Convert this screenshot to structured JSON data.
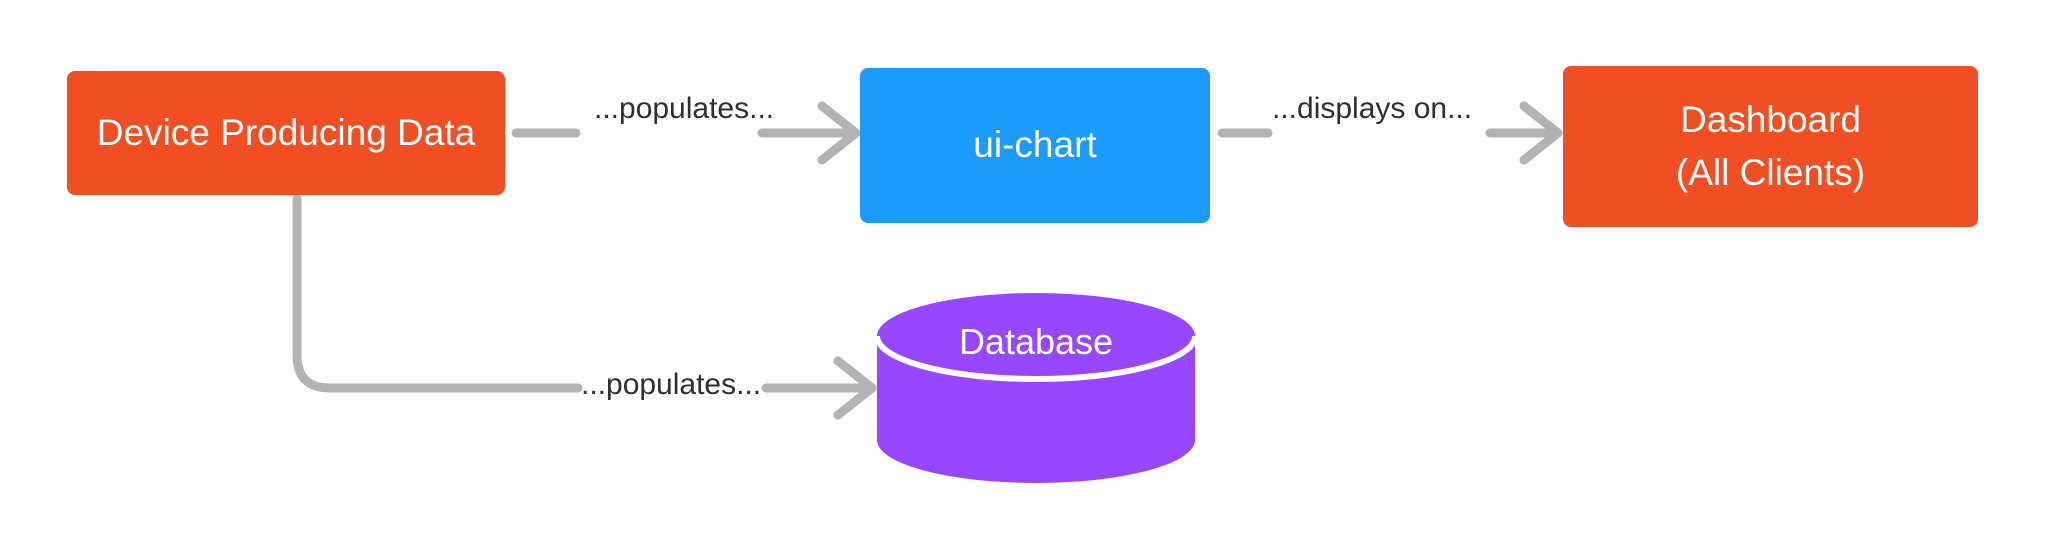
{
  "diagram": {
    "type": "flow-diagram",
    "background": "#ffffff",
    "palette": {
      "orange": "#F04E23",
      "blue": "#1B9CFC",
      "purple": "#9747FF",
      "connector_gray": "#B3B3B3",
      "label_text": "#2f2f2f",
      "node_text": "#ffffff"
    },
    "nodes": [
      {
        "id": "device",
        "label": "Device Producing Data",
        "shape": "rounded-rectangle",
        "color": "#F04E23"
      },
      {
        "id": "ui-chart",
        "label": "ui-chart",
        "shape": "rounded-rectangle",
        "color": "#1B9CFC"
      },
      {
        "id": "dashboard",
        "label_line1": "Dashboard",
        "label_line2": "(All Clients)",
        "shape": "rounded-rectangle",
        "color": "#F04E23"
      },
      {
        "id": "database",
        "label": "Database",
        "shape": "cylinder",
        "color": "#9747FF"
      }
    ],
    "edges": [
      {
        "id": "device-to-uichart",
        "from": "device",
        "to": "ui-chart",
        "label": "...populates...",
        "style": "straight-arrow",
        "color": "#B3B3B3"
      },
      {
        "id": "device-to-database",
        "from": "device",
        "to": "database",
        "label": "...populates...",
        "style": "elbow-arrow",
        "color": "#B3B3B3"
      },
      {
        "id": "uichart-to-dashboard",
        "from": "ui-chart",
        "to": "dashboard",
        "label": "...displays on...",
        "style": "straight-arrow",
        "color": "#B3B3B3"
      }
    ]
  }
}
